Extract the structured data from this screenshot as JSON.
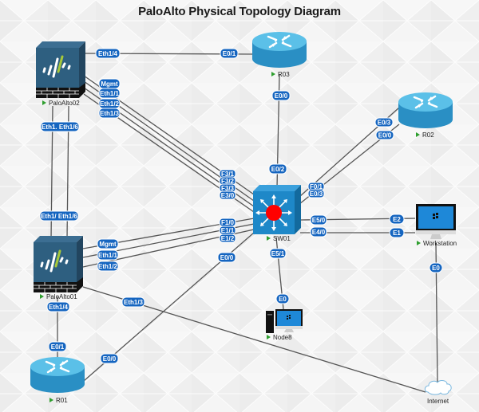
{
  "title": "PaloAlto Physical Topology Diagram",
  "colors": {
    "label_bg": "#1565c0",
    "router_top": "#5bc0e8",
    "router_side": "#2a8fc4",
    "firewall_face": "#2e5f80",
    "switch_face": "#1e88c8",
    "switch_core": "#ff0000",
    "status_running": "#2e9e2e"
  },
  "nodes": [
    {
      "id": "PaloAlto02",
      "name": "PaloAlto02",
      "type": "firewall",
      "icon": "paloalto-firewall-icon",
      "status": "running"
    },
    {
      "id": "PaloAlto01",
      "name": "PaloAlto01",
      "type": "firewall",
      "icon": "paloalto-firewall-icon",
      "status": "running"
    },
    {
      "id": "R03",
      "name": "R03",
      "type": "router",
      "icon": "router-icon",
      "status": "running"
    },
    {
      "id": "R02",
      "name": "R02",
      "type": "router",
      "icon": "router-icon",
      "status": "running"
    },
    {
      "id": "R01",
      "name": "R01",
      "type": "router",
      "icon": "router-icon",
      "status": "running"
    },
    {
      "id": "SW01",
      "name": "SW01",
      "type": "switch",
      "icon": "layer3-switch-icon",
      "status": "running"
    },
    {
      "id": "Workstation",
      "name": "Workstation",
      "type": "workstation",
      "icon": "monitor-icon",
      "status": "running"
    },
    {
      "id": "Node8",
      "name": "Node8",
      "type": "pc",
      "icon": "desktop-pc-icon",
      "status": "running"
    },
    {
      "id": "Internet",
      "name": "Internet",
      "type": "cloud",
      "icon": "cloud-icon",
      "status": "none"
    }
  ],
  "links": [
    {
      "a": "PaloAlto02",
      "a_if": "Eth1/4",
      "b": "R03",
      "b_if": "E0/1"
    },
    {
      "a": "PaloAlto02",
      "a_if": "Mgmt",
      "b": "SW01",
      "b_if": "F3/1"
    },
    {
      "a": "PaloAlto02",
      "a_if": "Eth1/1",
      "b": "SW01",
      "b_if": "F3/2"
    },
    {
      "a": "PaloAlto02",
      "a_if": "Eth1/2",
      "b": "SW01",
      "b_if": "F3/3"
    },
    {
      "a": "PaloAlto02",
      "a_if": "Eth1/3",
      "b": "SW01",
      "b_if": "E3/0"
    },
    {
      "a": "PaloAlto02",
      "a_if": "Eth1. Eth1/6",
      "b": "PaloAlto01",
      "b_if": "Eth1/ Eth1/6"
    },
    {
      "a": "R03",
      "a_if": "E0/0",
      "b": "SW01",
      "b_if": "E0/2"
    },
    {
      "a": "R02",
      "a_if": "E0/3",
      "b": "SW01",
      "b_if": "F0/1"
    },
    {
      "a": "R02",
      "a_if": "E0/0",
      "b": "SW01",
      "b_if": "E0/3"
    },
    {
      "a": "PaloAlto01",
      "a_if": "Mgmt",
      "b": "SW01",
      "b_if": "F1/0"
    },
    {
      "a": "PaloAlto01",
      "a_if": "Eth1/1",
      "b": "SW01",
      "b_if": "E1/1"
    },
    {
      "a": "PaloAlto01",
      "a_if": "Eth1/2",
      "b": "SW01",
      "b_if": "E1/2"
    },
    {
      "a": "SW01",
      "a_if": "E5/0",
      "b": "Workstation",
      "b_if": "E2"
    },
    {
      "a": "SW01",
      "a_if": "E4/0",
      "b": "Workstation",
      "b_if": "E1"
    },
    {
      "a": "SW01",
      "a_if": "E5/1",
      "b": "Node8",
      "b_if": "E0"
    },
    {
      "a": "SW01",
      "a_if": "E0/0",
      "b": "R01",
      "b_if": "E0/0"
    },
    {
      "a": "PaloAlto01",
      "a_if": "Eth1/4",
      "b": "R01",
      "b_if": "E0/1"
    },
    {
      "a": "PaloAlto01",
      "a_if": "Eth1/3",
      "b": "Internet",
      "b_if": ""
    },
    {
      "a": "Workstation",
      "a_if": "E0",
      "b": "Internet",
      "b_if": ""
    }
  ]
}
